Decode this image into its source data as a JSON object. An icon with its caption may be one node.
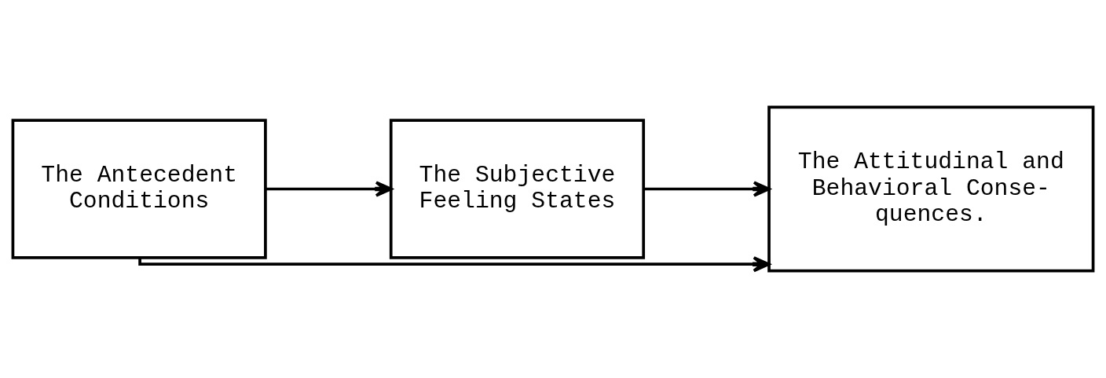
{
  "diagram": {
    "nodes": [
      {
        "text": [
          "The Antecedent Conditions"
        ]
      },
      {
        "text": [
          "The Subjective Feeling States"
        ]
      },
      {
        "text": [
          "The Attitudinal and Behavioral Conse- quences."
        ]
      }
    ],
    "edges": [
      {
        "from": 0,
        "to": 1,
        "arrow": "to"
      },
      {
        "from": 1,
        "to": 2,
        "arrow": "to"
      },
      {
        "from": 0,
        "to": 2,
        "arrow": "to"
      }
    ]
  }
}
